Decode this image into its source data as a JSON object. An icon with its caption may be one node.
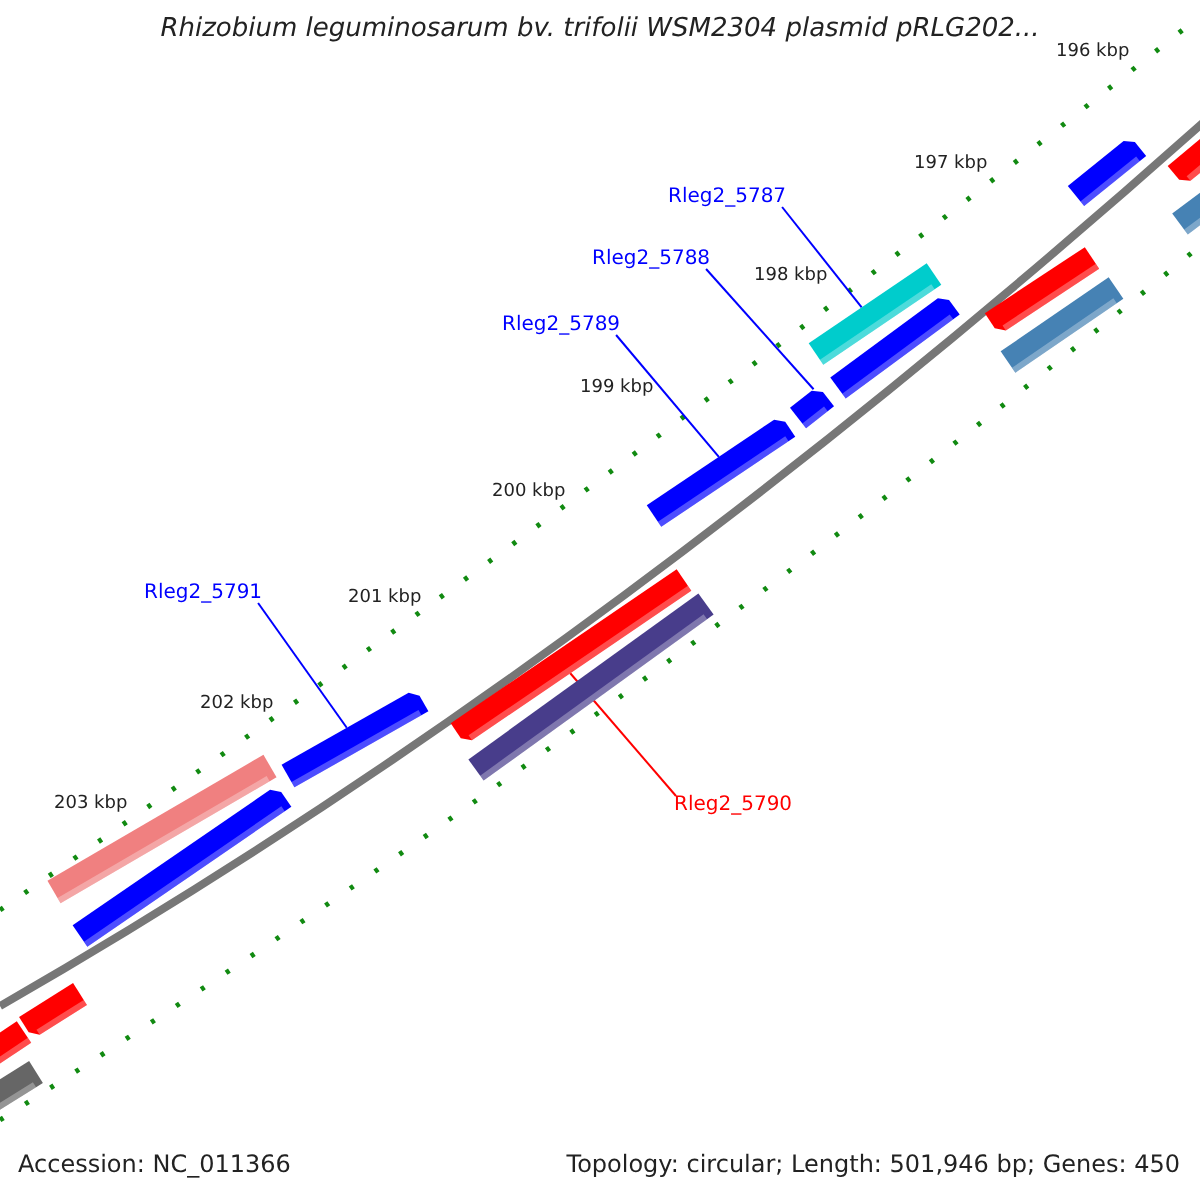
{
  "diagram": {
    "title": "Rhizobium leguminosarum bv. trifolii WSM2304 plasmid pRLG202...",
    "nodes": [
      {
        "text": [
          "Rleg2_5787"
        ]
      },
      {
        "text": [],
        "shape": "bar"
      },
      {
        "text": [
          "Rleg2_5788"
        ]
      },
      {
        "text": [],
        "shape": "arrow"
      },
      {
        "text": [
          "Rleg2_5789"
        ]
      },
      {
        "text": [],
        "shape": "arrow"
      },
      {
        "text": [
          "Rleg2_5791"
        ]
      },
      {
        "text": [],
        "shape": "arrow"
      },
      {
        "text": [
          "Rleg2_5790"
        ]
      },
      {
        "text": [],
        "shape": "arrow"
      }
    ],
    "edges": [
      {
        "from": 0,
        "to": 1,
        "arrow": "none"
      },
      {
        "from": 2,
        "to": 3,
        "arrow": "none"
      },
      {
        "from": 4,
        "to": 5,
        "arrow": "none"
      },
      {
        "from": 6,
        "to": 7,
        "arrow": "none"
      },
      {
        "from": 8,
        "to": 9,
        "arrow": "none",
        "color": "#ff0000"
      }
    ],
    "labels": [
      "196 kbp",
      "197 kbp",
      "198 kbp",
      "199 kbp",
      "200 kbp",
      "201 kbp",
      "202 kbp",
      "203 kbp",
      "Accession: NC_011366",
      "Topology: circular; Length: 501,946 bp; Genes: 450"
    ]
  }
}
